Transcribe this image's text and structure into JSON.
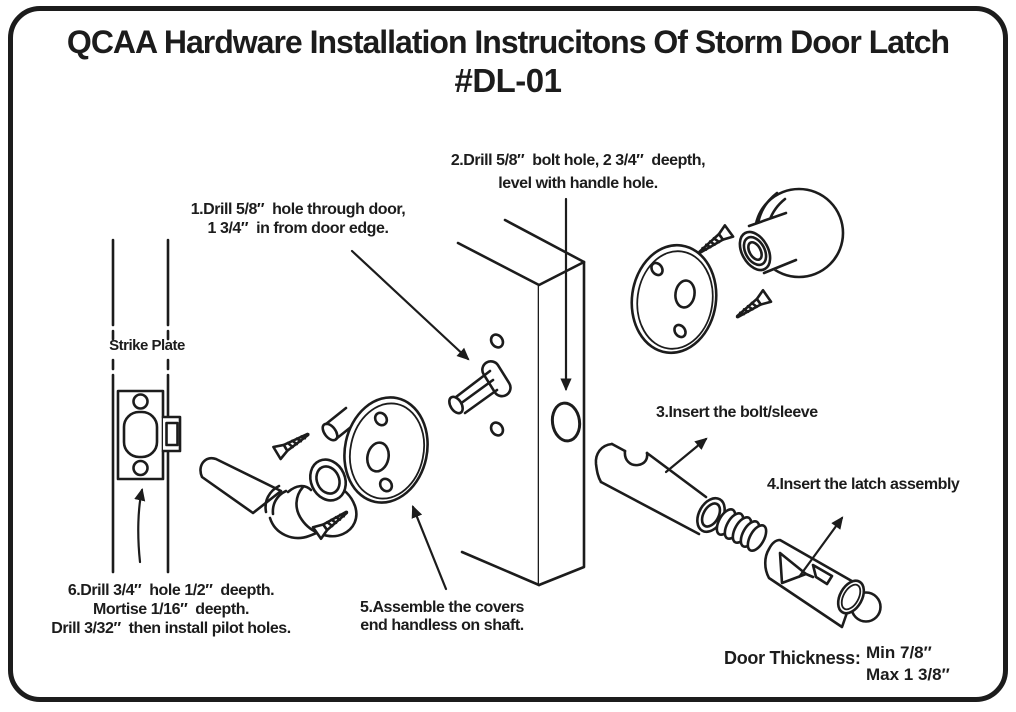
{
  "title": {
    "line1": "QCAA Hardware Installation Instrucitons Of Storm Door Latch",
    "line2": "#DL-01"
  },
  "annotations": {
    "strike_plate": "Strike Plate",
    "step1_line1": "1.Drill 5/8″  hole through door,",
    "step1_line2": "1 3/4″  in from door edge.",
    "step2_line1": "2.Drill 5/8″  bolt hole, 2 3/4″  deepth,",
    "step2_line2": "level with handle hole.",
    "step3": "3.Insert the bolt/sleeve",
    "step4": "4.Insert the latch assembly",
    "step5_line1": "5.Assemble the covers",
    "step5_line2": "end handless on shaft.",
    "step6_line1": "6.Drill 3/4″  hole 1/2″  deepth.",
    "step6_line2": "Mortise 1/16″  deepth.",
    "step6_line3": "Drill 3/32″  then install pilot holes.",
    "door_thickness_label": "Door Thickness:",
    "door_thickness_min": "Min 7/8″",
    "door_thickness_max": "Max 1 3/8″"
  },
  "colors": {
    "ink": "#1c1c1c",
    "paper": "#ffffff"
  }
}
